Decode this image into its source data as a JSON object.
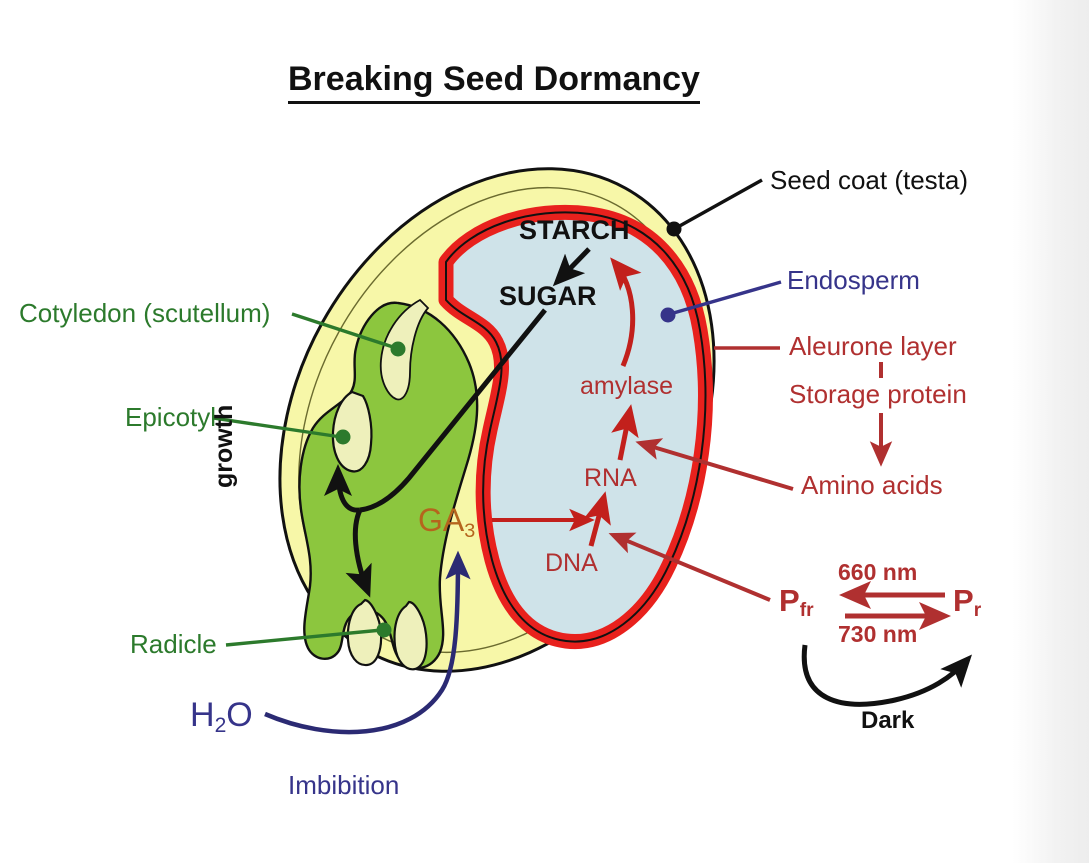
{
  "title": "Breaking Seed Dormancy",
  "diagram": {
    "type": "biology-process-diagram",
    "subject": "cereal seed germination / breaking of seed dormancy"
  },
  "seed_structures": {
    "seed_coat": "Seed coat (testa)",
    "endosperm": "Endosperm",
    "aleurone": "Aleurone layer",
    "cotyledon": "Cotyledon (scutellum)",
    "epicotyl": "Epicotyl",
    "radicle": "Radicle"
  },
  "molecules": {
    "starch": "STARCH",
    "sugar": "SUGAR",
    "amylase": "amylase",
    "rna": "RNA",
    "dna": "DNA",
    "ga3": "GA",
    "ga3_sub": "3",
    "storage_protein": "Storage protein",
    "amino_acids": "Amino acids",
    "water": "H",
    "water_sub": "2",
    "water_tail": "O"
  },
  "processes": {
    "growth": "growth",
    "imbibition": "Imbibition",
    "dark": "Dark"
  },
  "phytochrome": {
    "pfr": "P",
    "pfr_sub": "fr",
    "pr": "P",
    "pr_sub": "r",
    "wavelength_forward": "660 nm",
    "wavelength_reverse": "730 nm"
  },
  "colors": {
    "testa_fill": "#f7f7a8",
    "testa_inner_fill": "#eef0bb",
    "aleurone_red": "#e8211d",
    "endosperm_blue": "#cfe3e9",
    "cotyledon_green": "#8cc63e",
    "outline_black": "#111111",
    "label_green": "#2c7a2c",
    "label_blue": "#36348a",
    "label_red": "#b03030",
    "ga3_brown": "#b5651d",
    "background": "#ffffff"
  }
}
